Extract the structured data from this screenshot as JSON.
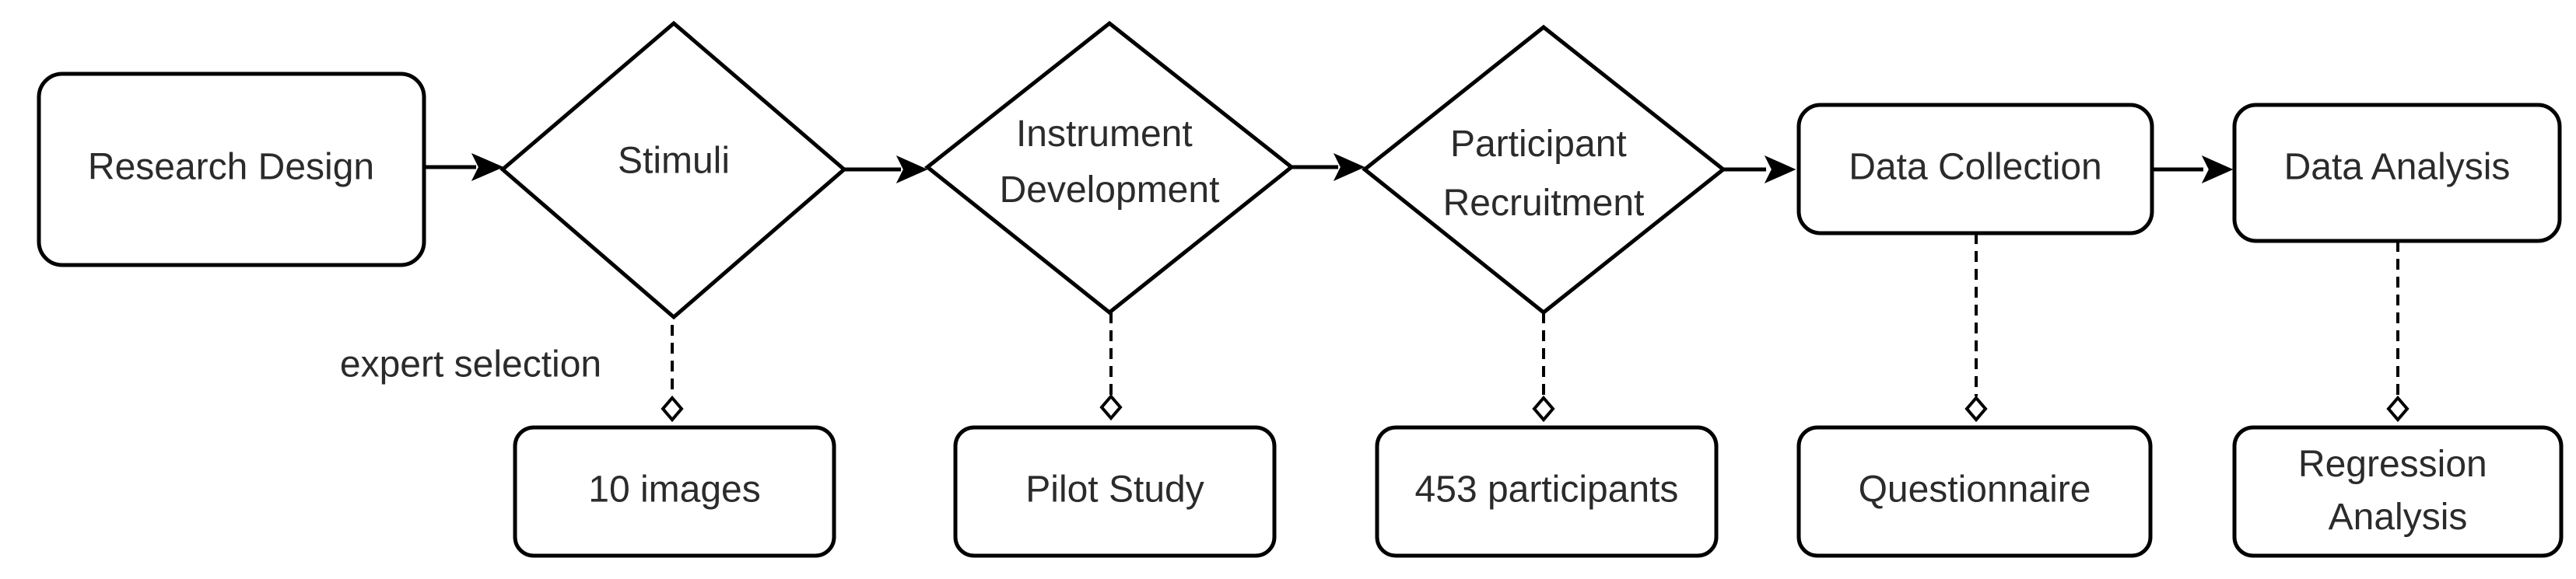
{
  "nodes": {
    "research_design": "Research Design",
    "stimuli": "Stimuli",
    "instrument_development": [
      "Instrument",
      "Development"
    ],
    "participant_recruitment": [
      "Participant",
      "Recruitment"
    ],
    "data_collection": "Data Collection",
    "data_analysis": "Data Analysis"
  },
  "outputs": {
    "ten_images": "10 images",
    "pilot_study": "Pilot Study",
    "participants_453": "453 participants",
    "questionnaire": "Questionnaire",
    "regression_analysis": [
      "Regression",
      "Analysis"
    ]
  },
  "edge_labels": {
    "expert_selection": "expert selection"
  },
  "colors": {
    "stroke": "#000000",
    "text": "#2b2b2b",
    "background": "#ffffff"
  }
}
